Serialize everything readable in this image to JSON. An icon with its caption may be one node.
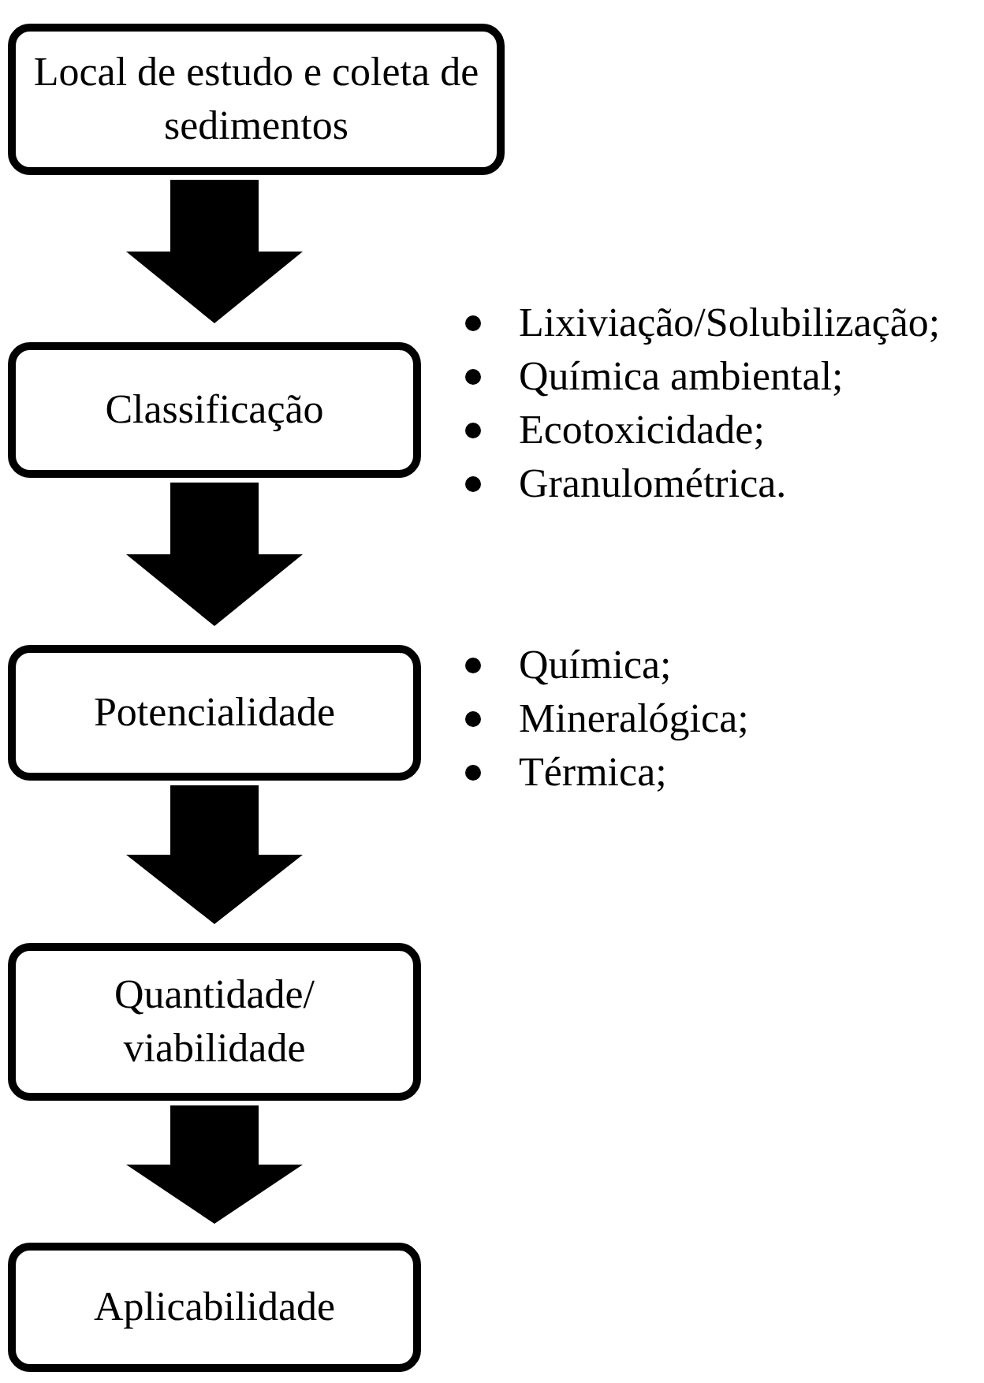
{
  "diagram": {
    "nodes": [
      {
        "text": [
          "Local de estudo e coleta de sedimentos"
        ]
      },
      {
        "text": [
          "Classificação"
        ],
        "beside": [
          "Lixiviação/Solubilização;",
          "Química ambiental;",
          "Ecotoxicidade;",
          "Granulométrica."
        ]
      },
      {
        "text": [
          "Potencialidade"
        ],
        "beside": [
          "Química;",
          "Mineralógica;",
          "Térmica;"
        ]
      },
      {
        "text": [
          "Quantidade/ viabilidade"
        ]
      },
      {
        "text": [
          "Aplicabilidade"
        ]
      }
    ],
    "edges": [
      {
        "from": 0,
        "to": 1,
        "arrow": "to",
        "style": "thick"
      },
      {
        "from": 1,
        "to": 2,
        "arrow": "to",
        "style": "thick"
      },
      {
        "from": 2,
        "to": 3,
        "arrow": "to",
        "style": "thick"
      },
      {
        "from": 3,
        "to": 4,
        "arrow": "to",
        "style": "thick"
      }
    ]
  }
}
